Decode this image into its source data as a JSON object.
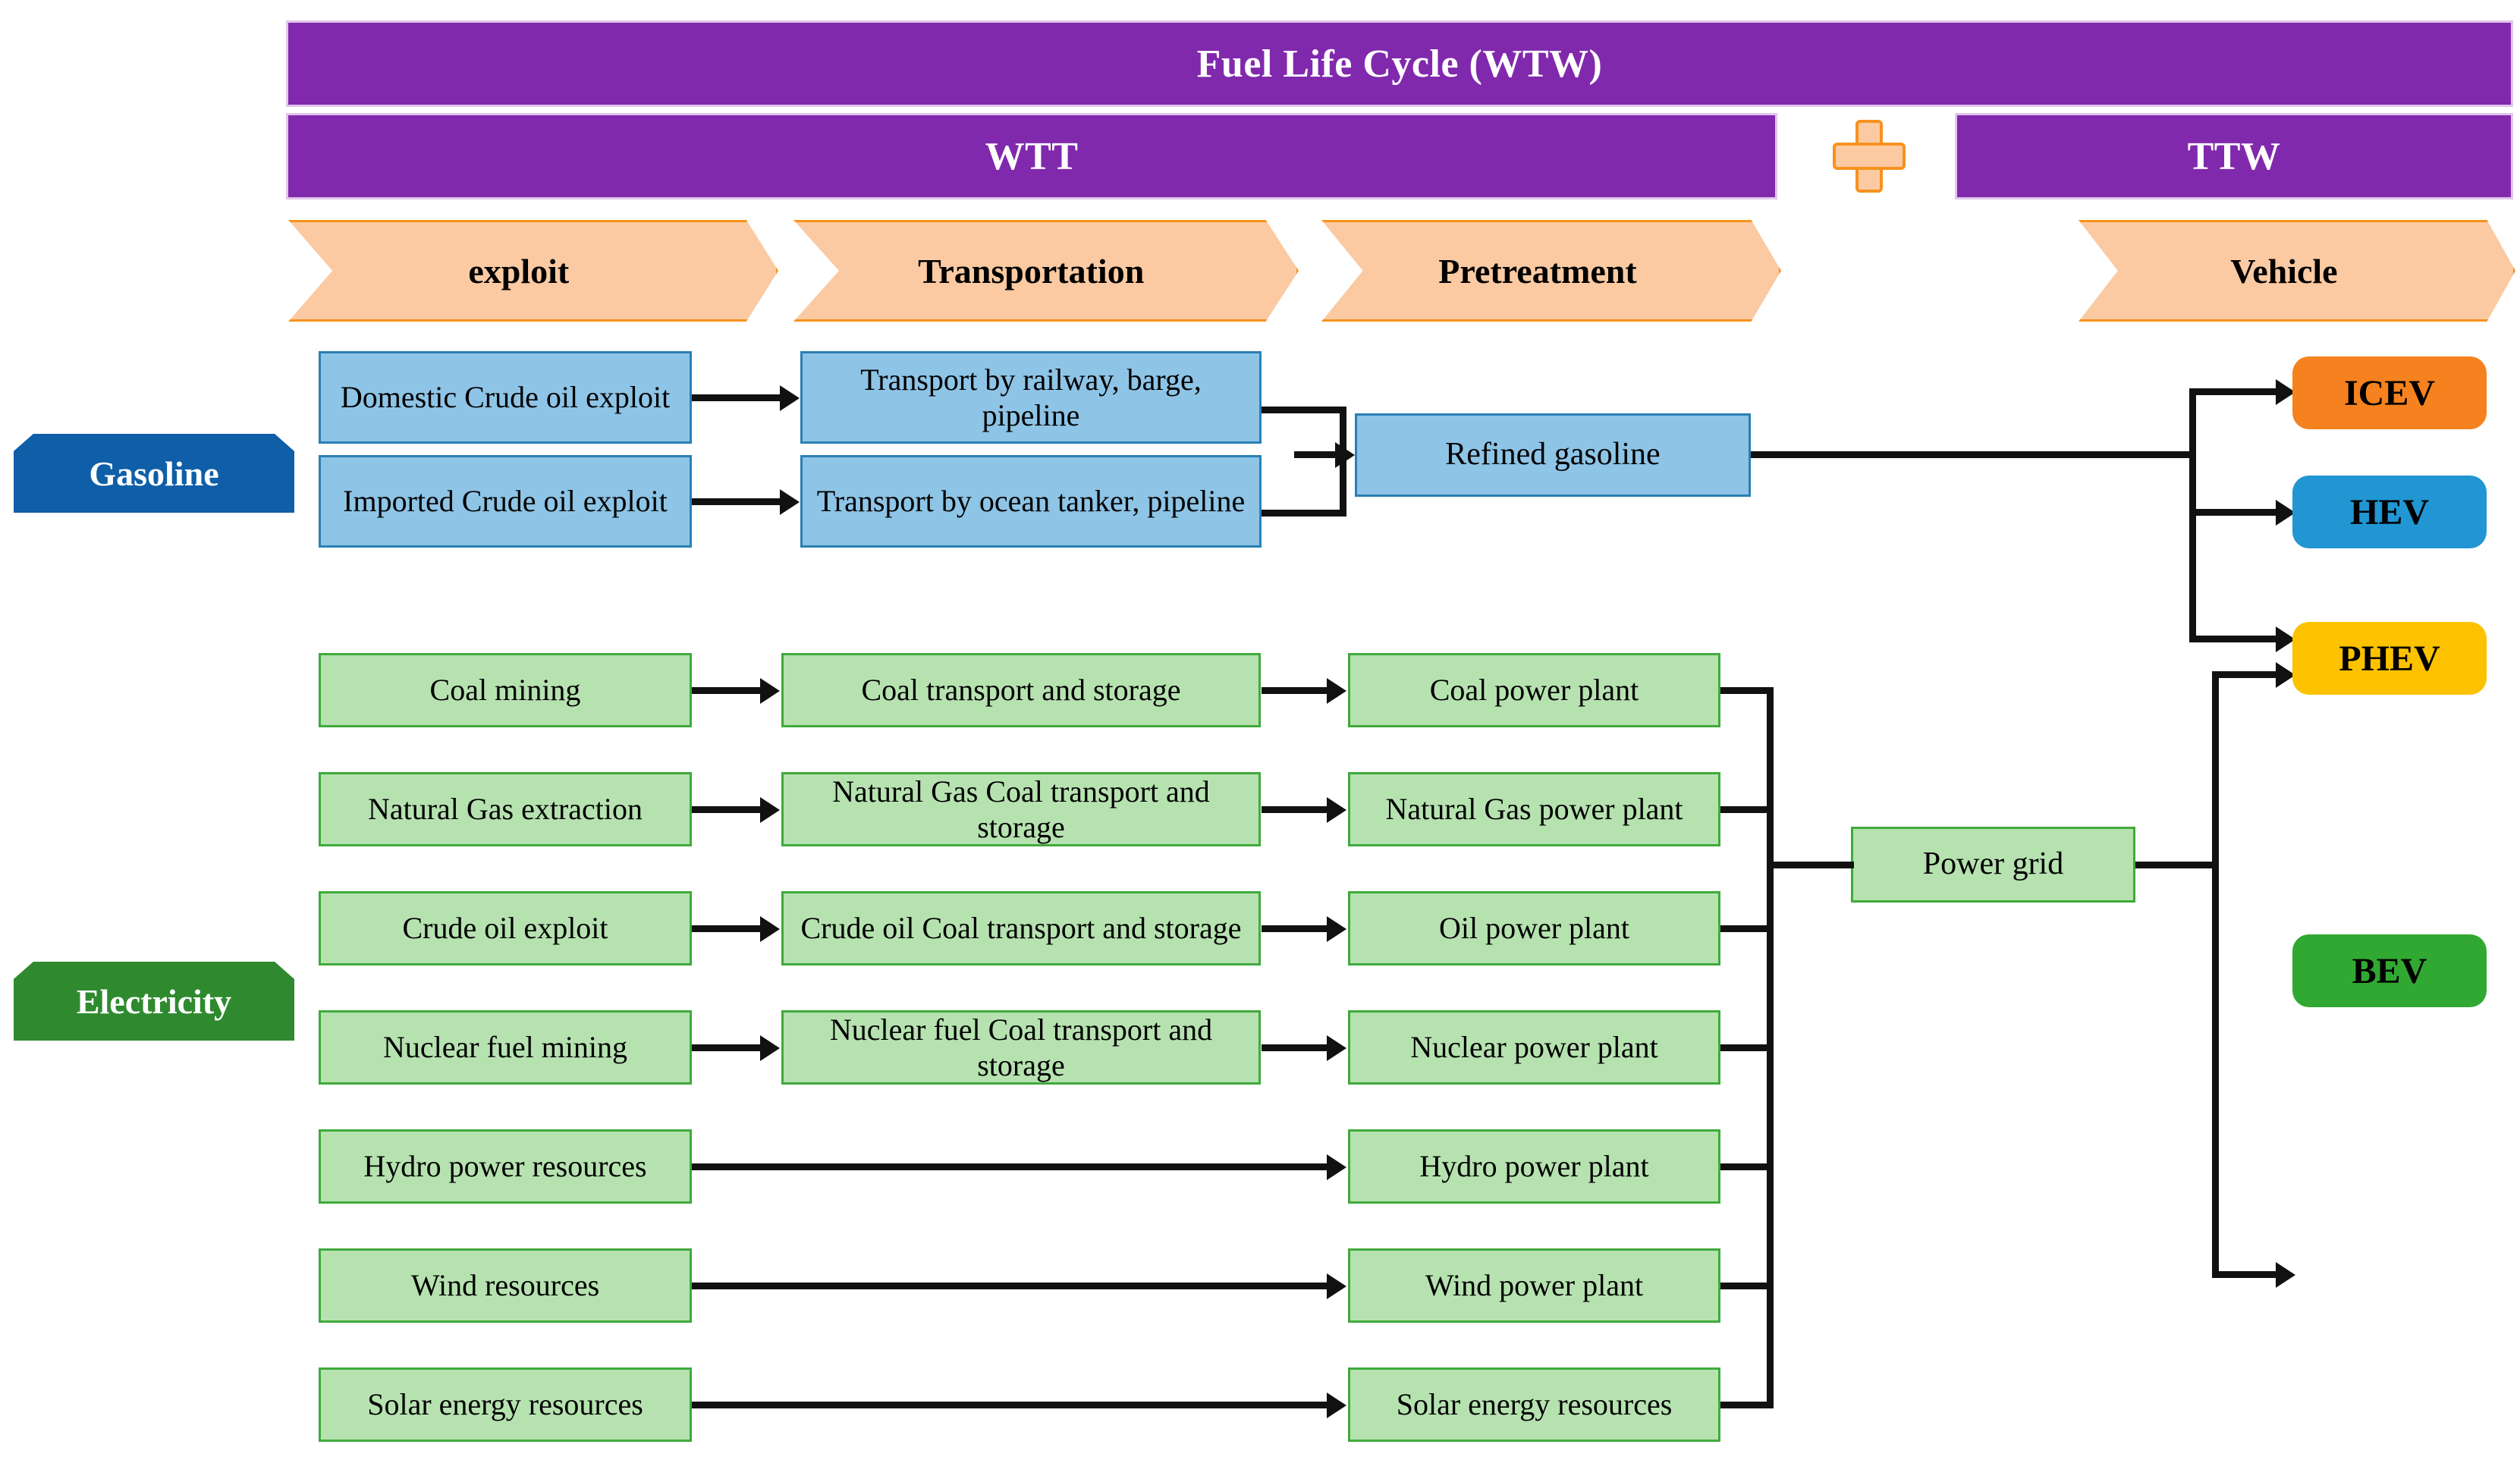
{
  "header": {
    "title": "Fuel Life Cycle (WTW)",
    "left_stage": "WTT",
    "right_stage": "TTW",
    "plus_symbol": "+"
  },
  "stages": [
    {
      "label": "exploit"
    },
    {
      "label": "Transportation"
    },
    {
      "label": "Pretreatment"
    },
    {
      "label": "Vehicle"
    }
  ],
  "pathways": {
    "gasoline": {
      "tag": "Gasoline",
      "tag_color": "#0f5ea8",
      "box_fill": "#8ec4e6",
      "box_border": "#2b7fb5",
      "feedstocks": [
        "Domestic Crude oil exploit",
        "Imported Crude oil exploit"
      ],
      "transport": [
        "Transport by railway, barge, pipeline",
        "Transport by ocean tanker, pipeline"
      ],
      "product": "Refined gasoline"
    },
    "electricity": {
      "tag": "Electricity",
      "tag_color": "#2f8a2f",
      "box_fill": "#b6e2b0",
      "box_border": "#3faa3c",
      "grid": "Power grid",
      "rows": [
        {
          "source": "Coal mining",
          "transport": "Coal transport and storage",
          "plant": "Coal power plant"
        },
        {
          "source": "Natural Gas extraction",
          "transport": "Natural Gas Coal transport and storage",
          "plant": "Natural Gas power plant"
        },
        {
          "source": "Crude oil exploit",
          "transport": "Crude oil Coal transport and storage",
          "plant": "Oil power plant"
        },
        {
          "source": "Nuclear fuel mining",
          "transport": "Nuclear fuel Coal transport and storage",
          "plant": "Nuclear power plant"
        },
        {
          "source": "Hydro power resources",
          "transport": "",
          "plant": "Hydro power plant"
        },
        {
          "source": "Wind resources",
          "transport": "",
          "plant": "Wind power plant"
        },
        {
          "source": "Solar energy resources",
          "transport": "",
          "plant": "Solar energy resources"
        }
      ]
    }
  },
  "vehicles": [
    {
      "label": "ICEV",
      "color": "#f5821f"
    },
    {
      "label": "HEV",
      "color": "#2196d3"
    },
    {
      "label": "PHEV",
      "color": "#fcc200"
    },
    {
      "label": "BEV",
      "color": "#31a832"
    }
  ],
  "colors": {
    "banner_purple": "#8129ad",
    "chevron_fill": "#fbcaa2",
    "chevron_stroke": "#f7921e",
    "connector": "#111111"
  }
}
